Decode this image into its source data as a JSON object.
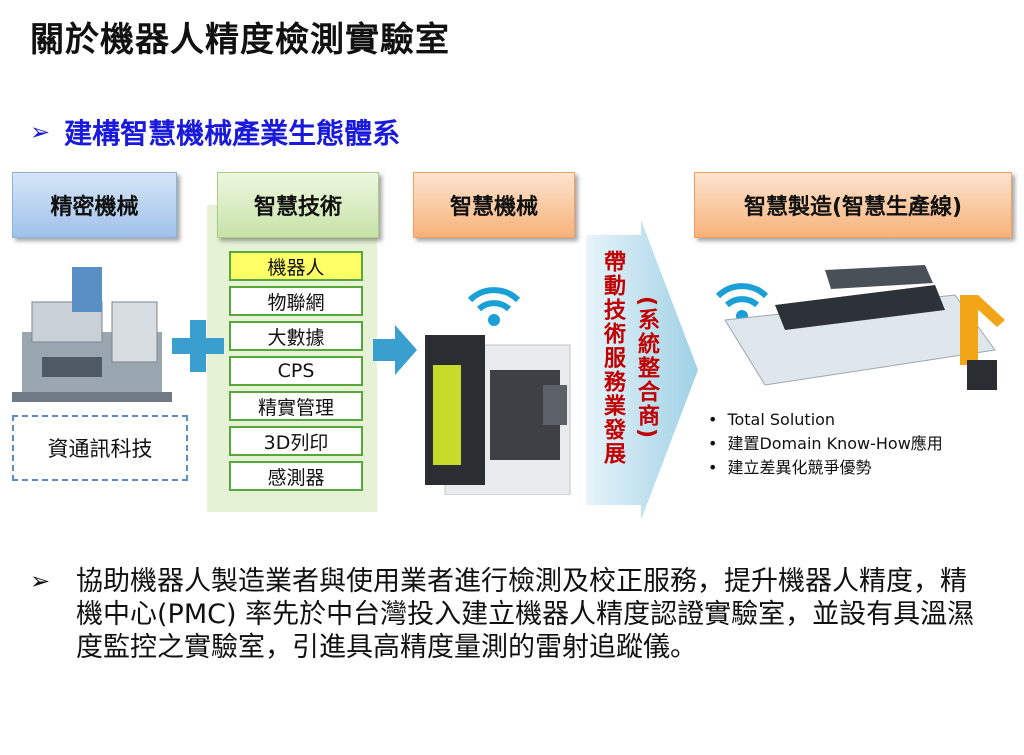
{
  "title": "關於機器人精度檢測實驗室",
  "subtitle": "建構智慧機械產業生態體系",
  "columns": {
    "precision": "精密機械",
    "smart_tech": "智慧技術",
    "smart_machine": "智慧機械",
    "smart_mfg": "智慧製造(智慧生產線)"
  },
  "ict_label": "資通訊科技",
  "tech_items": [
    "機器人",
    "物聯網",
    "大數據",
    "CPS",
    "精實管理",
    "3D列印",
    "感測器"
  ],
  "arrow_text_main": "帶動技術服務業發展",
  "arrow_text_paren": "(系統整合商)",
  "bullets": [
    "Total Solution",
    "建置Domain Know-How應用",
    "建立差異化競爭優勢"
  ],
  "paragraph": "協助機器人製造業者與使用業者進行檢測及校正服務，提升機器人精度，精機中心(PMC) 率先於中台灣投入建立機器人精度認證實驗室，並設有具溫濕度監控之實驗室，引進具高精度量測的雷射追蹤儀。",
  "colors": {
    "subtitle": "#1a1adc",
    "arrow_text": "#c00000",
    "plus": "#3a9fcf",
    "wifi": "#1aa0d6"
  }
}
